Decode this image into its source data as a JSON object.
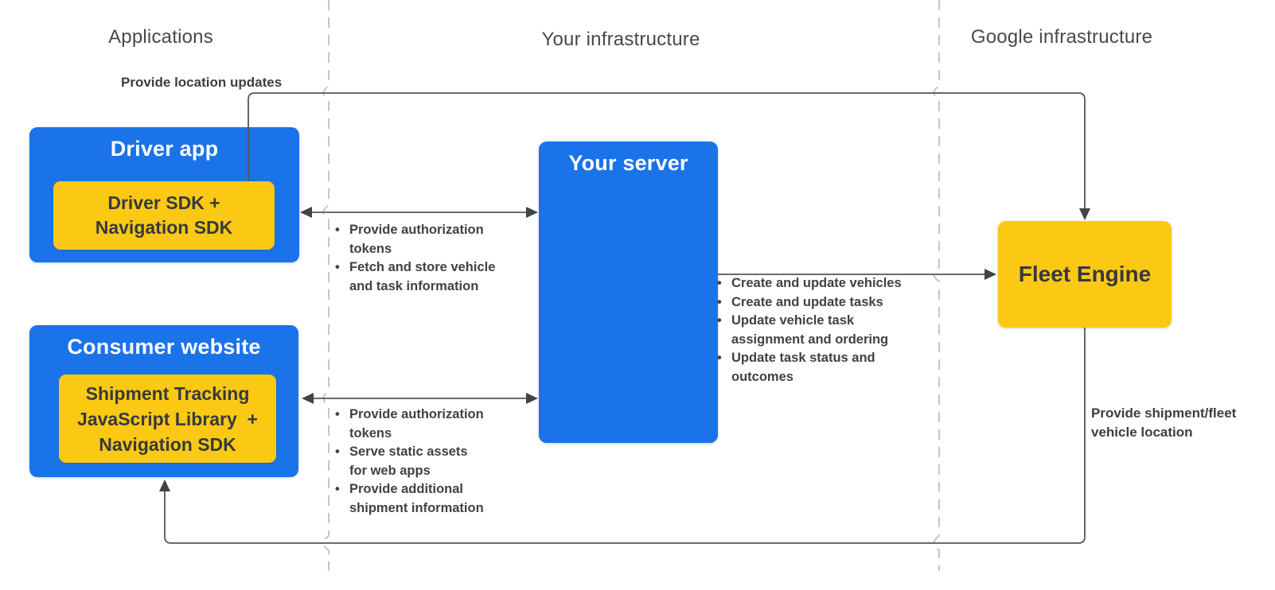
{
  "columns": [
    {
      "label": "Applications"
    },
    {
      "label": "Your infrastructure"
    },
    {
      "label": "Google infrastructure"
    }
  ],
  "nodes": {
    "driver_app": {
      "title": "Driver app",
      "sdk_lines": [
        "Driver SDK +",
        "Navigation SDK"
      ]
    },
    "consumer_website": {
      "title": "Consumer website",
      "sdk_lines": [
        "Shipment Tracking",
        "JavaScript Library  +",
        "Navigation SDK"
      ]
    },
    "your_server": {
      "title": "Your server"
    },
    "fleet_engine": {
      "title": "Fleet Engine"
    }
  },
  "edge_labels": {
    "location_updates": "Provide location updates",
    "shipment_location_lines": [
      "Provide shipment/fleet",
      "vehicle location"
    ],
    "driver_to_server": [
      [
        "Provide authorization",
        "tokens"
      ],
      [
        "Fetch and store vehicle",
        "and task information"
      ]
    ],
    "consumer_to_server": [
      [
        "Provide authorization",
        "tokens"
      ],
      [
        "Serve static assets",
        "for web apps"
      ],
      [
        "Provide additional",
        "shipment information"
      ]
    ],
    "server_to_fleet": [
      [
        "Create and update vehicles"
      ],
      [
        "Create and update tasks"
      ],
      [
        "Update vehicle task",
        "assignment and ordering"
      ],
      [
        "Update task status and",
        "outcomes"
      ]
    ]
  },
  "colors": {
    "box_blue": "#1a73e8",
    "box_yellow": "#fbc913",
    "connector": "#53565c",
    "arrowhead": "#3f434a",
    "divider": "#c3c6c9",
    "text_on_blue": "#ffffff",
    "text_dark": "#36393c",
    "label_text": "#3b3f45",
    "header_text": "#46494f"
  }
}
